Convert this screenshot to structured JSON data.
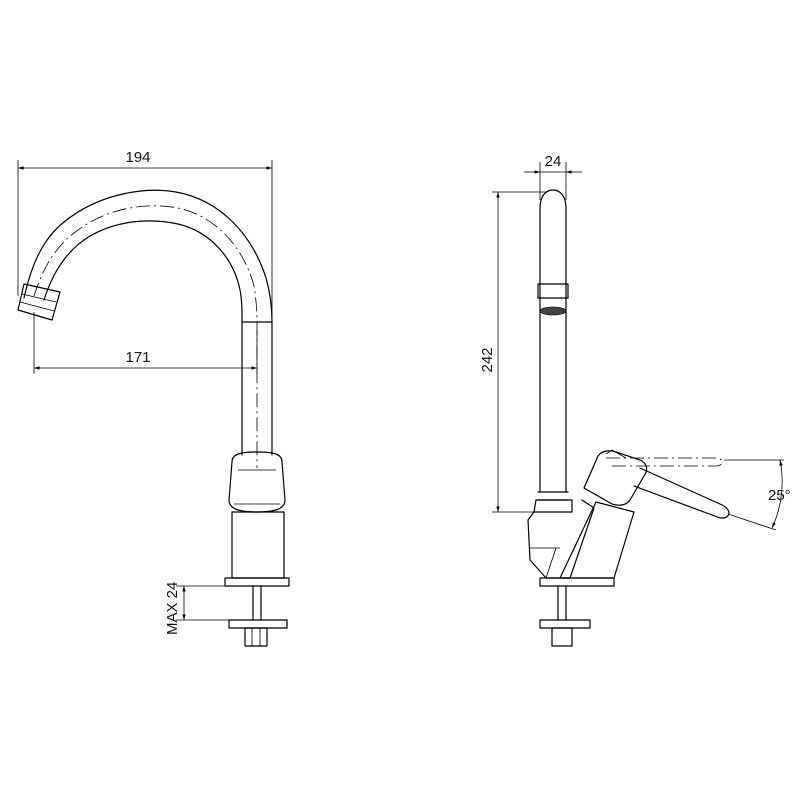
{
  "dimensions": {
    "spout_width": "194",
    "spout_reach": "171",
    "max_deck_thickness": "MAX 24",
    "spout_diameter": "24",
    "overall_height": "242",
    "lever_angle": "25°"
  }
}
